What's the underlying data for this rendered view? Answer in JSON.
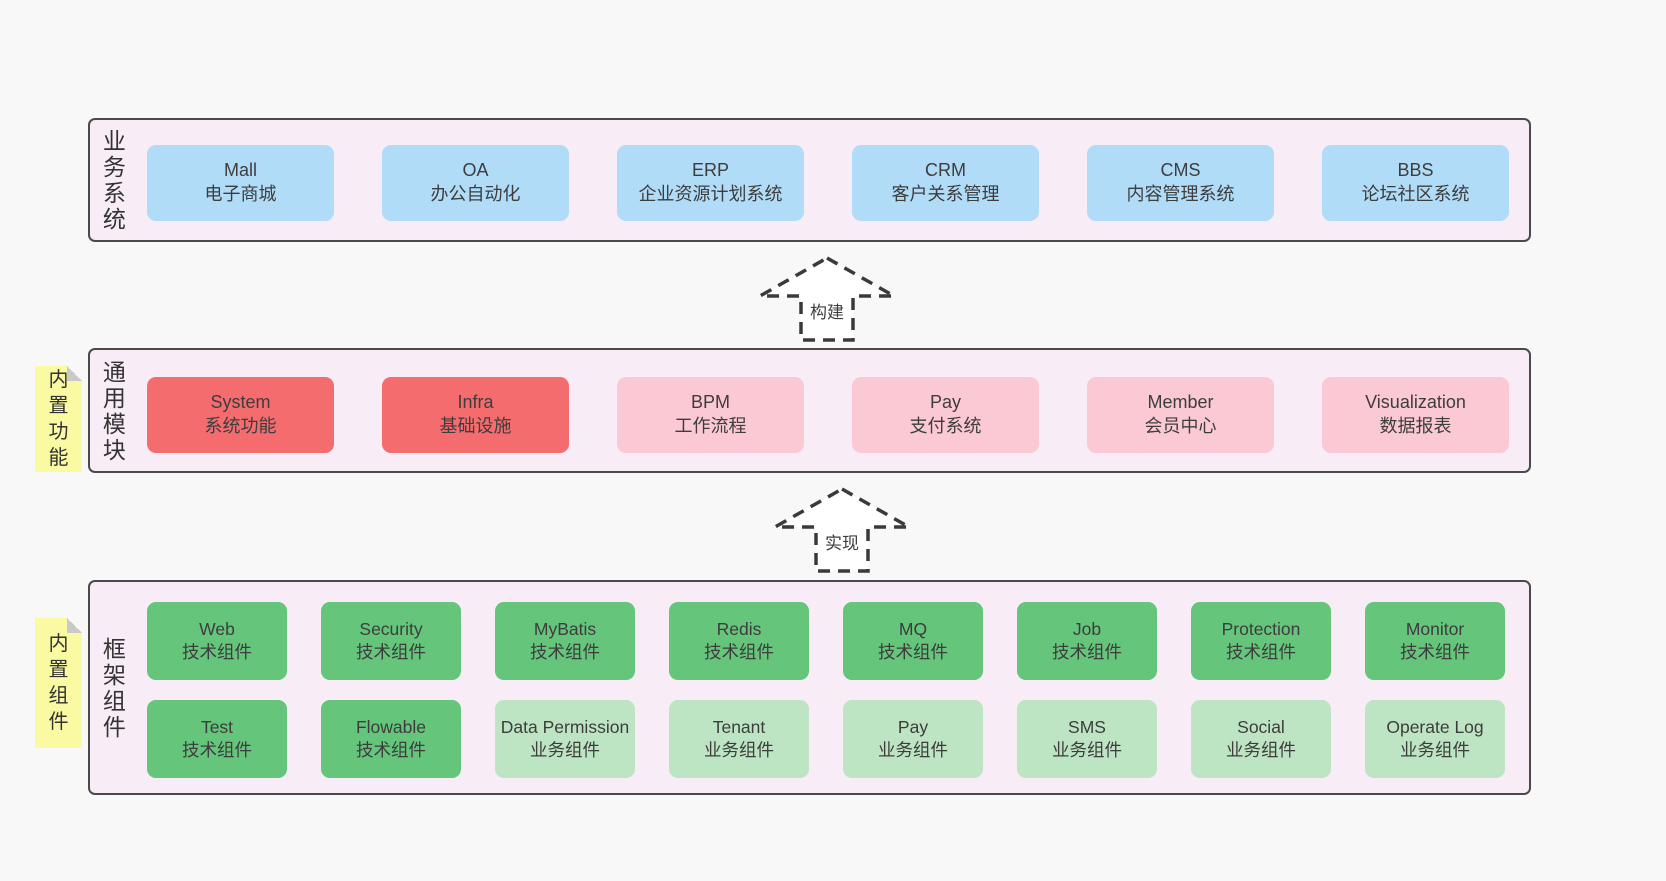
{
  "colors": {
    "blue": "#b0dcf8",
    "red": "#f56c6f",
    "pink": "#fbc9d3",
    "green": "#64c57b",
    "light_green": "#bde5c3",
    "band_bg": "#f8edf6",
    "band_border": "#4a4a4a",
    "note_yellow": "#fafaa2",
    "text": "#3d3d3d"
  },
  "arrows": [
    {
      "label": "构建"
    },
    {
      "label": "实现"
    }
  ],
  "bands": [
    {
      "title": "业务系统",
      "note": null,
      "rows": [
        [
          {
            "name": "Mall",
            "subtitle": "电子商城",
            "variant": "blue"
          },
          {
            "name": "OA",
            "subtitle": "办公自动化",
            "variant": "blue"
          },
          {
            "name": "ERP",
            "subtitle": "企业资源计划系统",
            "variant": "blue"
          },
          {
            "name": "CRM",
            "subtitle": "客户关系管理",
            "variant": "blue"
          },
          {
            "name": "CMS",
            "subtitle": "内容管理系统",
            "variant": "blue"
          },
          {
            "name": "BBS",
            "subtitle": "论坛社区系统",
            "variant": "blue"
          }
        ]
      ]
    },
    {
      "title": "通用模块",
      "note": "内置功能",
      "rows": [
        [
          {
            "name": "System",
            "subtitle": "系统功能",
            "variant": "red"
          },
          {
            "name": "Infra",
            "subtitle": "基础设施",
            "variant": "red"
          },
          {
            "name": "BPM",
            "subtitle": "工作流程",
            "variant": "pink"
          },
          {
            "name": "Pay",
            "subtitle": "支付系统",
            "variant": "pink"
          },
          {
            "name": "Member",
            "subtitle": "会员中心",
            "variant": "pink"
          },
          {
            "name": "Visualization",
            "subtitle": "数据报表",
            "variant": "pink"
          }
        ]
      ]
    },
    {
      "title": "框架组件",
      "note": "内置组件",
      "rows": [
        [
          {
            "name": "Web",
            "subtitle": "技术组件",
            "variant": "green"
          },
          {
            "name": "Security",
            "subtitle": "技术组件",
            "variant": "green"
          },
          {
            "name": "MyBatis",
            "subtitle": "技术组件",
            "variant": "green"
          },
          {
            "name": "Redis",
            "subtitle": "技术组件",
            "variant": "green"
          },
          {
            "name": "MQ",
            "subtitle": "技术组件",
            "variant": "green"
          },
          {
            "name": "Job",
            "subtitle": "技术组件",
            "variant": "green"
          },
          {
            "name": "Protection",
            "subtitle": "技术组件",
            "variant": "green"
          },
          {
            "name": "Monitor",
            "subtitle": "技术组件",
            "variant": "green"
          }
        ],
        [
          {
            "name": "Test",
            "subtitle": "技术组件",
            "variant": "green"
          },
          {
            "name": "Flowable",
            "subtitle": "技术组件",
            "variant": "green"
          },
          {
            "name": "Data Permission",
            "subtitle": "业务组件",
            "variant": "light_green"
          },
          {
            "name": "Tenant",
            "subtitle": "业务组件",
            "variant": "light_green"
          },
          {
            "name": "Pay",
            "subtitle": "业务组件",
            "variant": "light_green"
          },
          {
            "name": "SMS",
            "subtitle": "业务组件",
            "variant": "light_green"
          },
          {
            "name": "Social",
            "subtitle": "业务组件",
            "variant": "light_green"
          },
          {
            "name": "Operate Log",
            "subtitle": "业务组件",
            "variant": "light_green"
          }
        ]
      ]
    }
  ]
}
